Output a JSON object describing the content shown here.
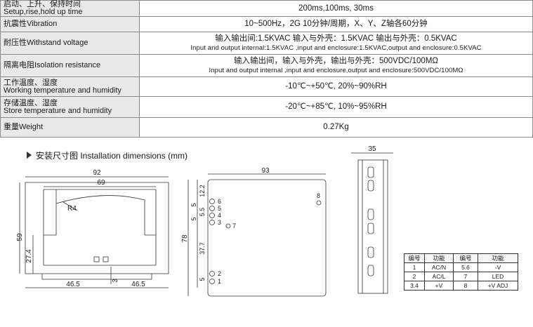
{
  "specs": [
    {
      "label_cn": "启动、上升、保持时间",
      "label_en": "Setup,rise,hold up time",
      "value": "200ms,100ms, 30ms"
    },
    {
      "label_cn": "抗震性",
      "label_en": "Vibration",
      "value": "10~500Hz，2G 10分钟/周期，X、Y、Z轴各60分钟"
    },
    {
      "label_cn": "耐压性",
      "label_en": "Withstand voltage",
      "value": "输入输出间:1.5KVAC 输入与外壳：1.5KVAC 输出与外壳：0.5KVAC",
      "value_en": "Input and output internal:1.5KVAC ,input and enclosure:1.5KVAC,output and enclosure:0.5KVAC"
    },
    {
      "label_cn": "隔离电阻",
      "label_en": "Isolation resistance",
      "value": "输入输出间，输入与外壳，输出与外壳：500VDC/100MΩ",
      "value_en": "Input and output internal ,input and enclosure,output and enclosure:500VDC/100MΩ"
    },
    {
      "label_cn": "工作温度、湿度",
      "label_en": "Working temperature and humidity",
      "value": "-10℃~+50℃, 20%~90%RH"
    },
    {
      "label_cn": "存储温度、湿度",
      "label_en": "Store temperature and humidity",
      "value": "-20℃~+85℃, 10%~95%RH"
    },
    {
      "label_cn": "重量",
      "label_en": "Weight",
      "value": "0.27Kg"
    }
  ],
  "dimensions_title": "安装尺寸图 Installation dimensions (mm)",
  "drawing1": {
    "w_total": "92",
    "w_inner": "69",
    "radius": "R4",
    "h_total": "59",
    "h_lower": "27.4",
    "left": "46.5",
    "right": "46.5",
    "slot": "3"
  },
  "drawing2": {
    "w_total": "93",
    "h_total": "78",
    "d_12_2": "12.2",
    "d_5a": "5",
    "d_5_5": "5.5",
    "d_5b": "5",
    "d_37_7": "37.7",
    "d_5c": "5",
    "pins": [
      "6",
      "5",
      "4",
      "3",
      "7",
      "8",
      "2",
      "1"
    ]
  },
  "drawing3": {
    "w_total": "35"
  },
  "pin_table": {
    "header": [
      "编号",
      "功能",
      "编号",
      "功能"
    ],
    "rows": [
      [
        "1",
        "AC/N",
        "5.6",
        "-V"
      ],
      [
        "2",
        "AC/L",
        "7",
        "LED"
      ],
      [
        "3.4",
        "+V",
        "8",
        "+V ADJ"
      ]
    ]
  }
}
